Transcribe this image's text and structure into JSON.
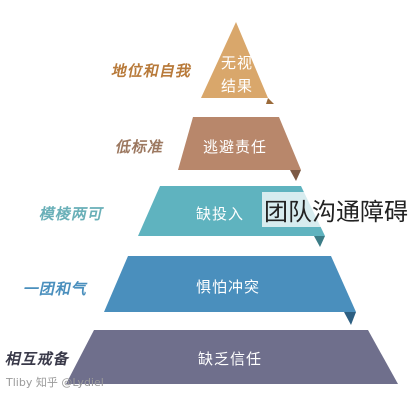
{
  "title": "团队沟通障碍",
  "levels": [
    {
      "band": "无视结果",
      "band_lines": [
        "无视",
        "结果"
      ],
      "side": "地位和自我",
      "band_color": "#d9a76b",
      "side_color": "#b87a3a"
    },
    {
      "band": "逃避责任",
      "band_lines": [
        "逃避责任"
      ],
      "side": "低标准",
      "band_color": "#b8876b",
      "side_color": "#9c7860"
    },
    {
      "band": "缺投入",
      "band_lines": [
        "缺投入"
      ],
      "side": "模棱两可",
      "band_color": "#5fb3bf",
      "side_color": "#6ab0b8"
    },
    {
      "band": "惧怕冲突",
      "band_lines": [
        "惧怕冲突"
      ],
      "side": "一团和气",
      "band_color": "#4a8fbd",
      "side_color": "#4a8fbd"
    },
    {
      "band": "缺乏信任",
      "band_lines": [
        "缺乏信任"
      ],
      "side": "相互戒备",
      "band_color": "#6f6f8c",
      "side_color": "#3a3a4a"
    }
  ],
  "watermark": "Tliby 知乎 @Lydiel"
}
